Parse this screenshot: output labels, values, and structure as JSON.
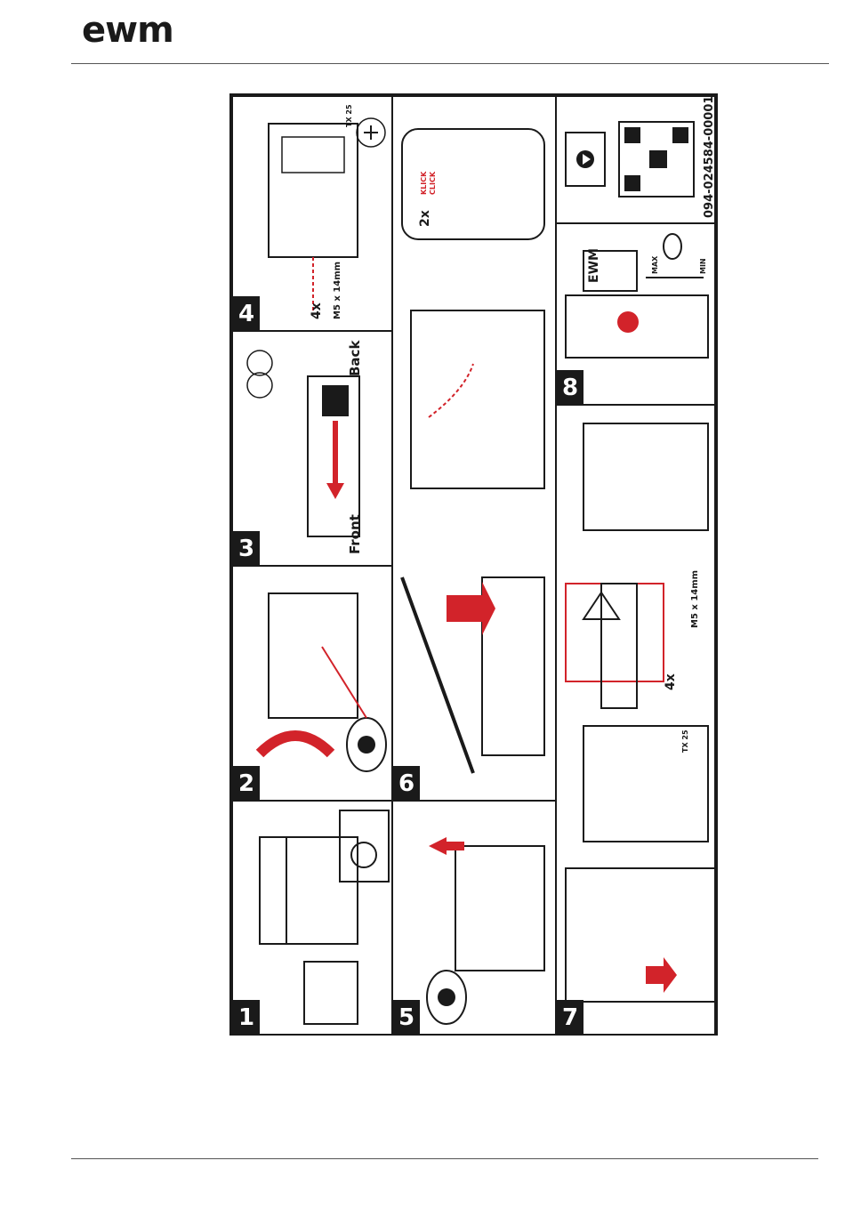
{
  "header": {
    "logo_text": "ewm"
  },
  "steps": [
    {
      "number": "1"
    },
    {
      "number": "2"
    },
    {
      "number": "3",
      "label_front": "Front",
      "label_back": "Back"
    },
    {
      "number": "4",
      "screw_qty": "4x",
      "screw_spec": "M5 x 14mm",
      "tool": "TX 25"
    },
    {
      "number": "5"
    },
    {
      "number": "6",
      "click_qty": "2x",
      "click_label_1": "KLICK",
      "click_label_2": "CLICK"
    },
    {
      "number": "7",
      "screw_qty": "4x",
      "screw_spec": "M5 x 14mm",
      "tool": "TX 25"
    },
    {
      "number": "8",
      "brand": "EWM",
      "gauge_max": "MAX",
      "gauge_min": "MIN"
    }
  ],
  "video": {
    "code": "094-024584-00001",
    "icon": "video-play-icon",
    "qr": "qr-code"
  },
  "colors": {
    "accent": "#d2232a",
    "ink": "#1a1a1a"
  }
}
